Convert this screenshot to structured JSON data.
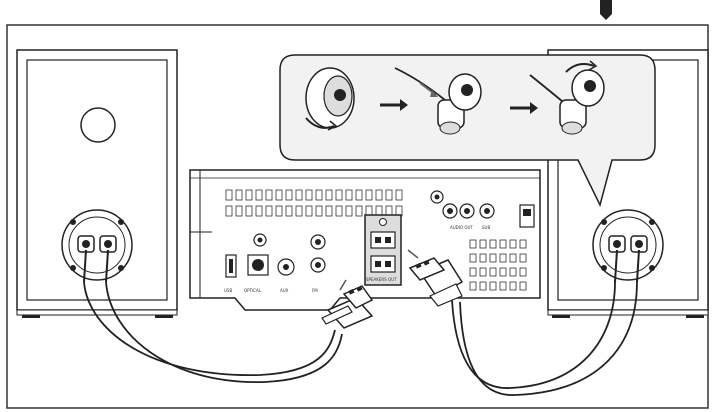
{
  "diagram": {
    "labels": {
      "usb": "USB",
      "optical": "OPTICAL",
      "aux": "AUX",
      "fm": "FM",
      "speakers_out": "SPEAKERS OUT",
      "audio_out": "AUDIO OUT",
      "subwoofer": "SUB",
      "terminal_plus": "+",
      "terminal_minus": "−"
    },
    "icons": {
      "arrow_1": "right-arrow-icon",
      "arrow_2": "right-arrow-icon"
    },
    "colors": {
      "line": "#222222",
      "frame": "#333333",
      "background": "#ffffff",
      "callout_fill": "#f2f2f2"
    }
  }
}
